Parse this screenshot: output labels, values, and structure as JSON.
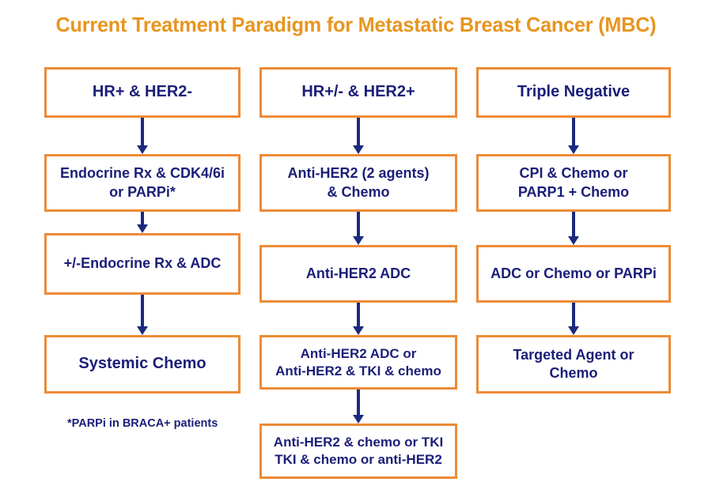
{
  "title": "Current Treatment Paradigm for Metastatic Breast Cancer (MBC)",
  "colors": {
    "title_orange": "#E8951F",
    "box_border_orange": "#ED8B37",
    "text_navy": "#1B1E78",
    "arrow_navy": "#1B2A80",
    "background": "#FFFFFF"
  },
  "footnote": "*PARPi in BRACA+ patients",
  "columns": [
    {
      "id": "hr-pos-her2-neg",
      "header": "HR+ & HER2-",
      "steps": [
        {
          "lines": [
            "HR+ & HER2-"
          ]
        },
        {
          "lines": [
            "Endocrine Rx & CDK4/6i",
            "or PARPi*"
          ]
        },
        {
          "lines": [
            "+/-Endocrine Rx & ADC"
          ]
        },
        {
          "lines": [
            "Systemic Chemo"
          ]
        }
      ]
    },
    {
      "id": "hr-any-her2-pos",
      "header": "HR+/- & HER2+",
      "steps": [
        {
          "lines": [
            "HR+/- & HER2+"
          ]
        },
        {
          "lines": [
            "Anti-HER2 (2 agents)",
            "& Chemo"
          ]
        },
        {
          "lines": [
            "Anti-HER2 ADC"
          ]
        },
        {
          "lines": [
            "Anti-HER2 ADC or",
            "Anti-HER2 & TKI & chemo"
          ]
        },
        {
          "lines": [
            "Anti-HER2 & chemo or TKI",
            "TKI & chemo or anti-HER2"
          ]
        }
      ]
    },
    {
      "id": "triple-negative",
      "header": "Triple Negative",
      "steps": [
        {
          "lines": [
            "Triple Negative"
          ]
        },
        {
          "lines": [
            "CPI & Chemo or",
            "PARP1 + Chemo"
          ]
        },
        {
          "lines": [
            "ADC or Chemo or PARPi"
          ]
        },
        {
          "lines": [
            "Targeted Agent or",
            "Chemo"
          ]
        }
      ]
    }
  ],
  "arrows": [
    {
      "from": "c1-s1",
      "to": "c1-s2"
    },
    {
      "from": "c1-s2",
      "to": "c1-s3"
    },
    {
      "from": "c1-s3",
      "to": "c1-s4"
    },
    {
      "from": "c2-s1",
      "to": "c2-s2"
    },
    {
      "from": "c2-s2",
      "to": "c2-s3"
    },
    {
      "from": "c2-s3",
      "to": "c2-s4"
    },
    {
      "from": "c2-s4",
      "to": "c2-s5"
    },
    {
      "from": "c3-s1",
      "to": "c3-s2"
    },
    {
      "from": "c3-s2",
      "to": "c3-s3"
    },
    {
      "from": "c3-s3",
      "to": "c3-s4"
    }
  ],
  "chart_data": {
    "type": "diagram",
    "diagram_type": "flowchart",
    "title": "Current Treatment Paradigm for Metastatic Breast Cancer (MBC)",
    "orientation": "three parallel top-to-bottom treatment lines",
    "lanes": [
      {
        "lane": "HR+ & HER2-",
        "sequence": [
          "HR+ & HER2-",
          "Endocrine Rx & CDK4/6i or PARPi*",
          "+/-Endocrine Rx & ADC",
          "Systemic Chemo"
        ]
      },
      {
        "lane": "HR+/- & HER2+",
        "sequence": [
          "HR+/- & HER2+",
          "Anti-HER2 (2 agents) & Chemo",
          "Anti-HER2 ADC",
          "Anti-HER2 ADC or Anti-HER2 & TKI & chemo",
          "Anti-HER2 & chemo or TKI / TKI & chemo or anti-HER2"
        ]
      },
      {
        "lane": "Triple Negative",
        "sequence": [
          "Triple Negative",
          "CPI & Chemo or PARP1 + Chemo",
          "ADC or Chemo or PARPi",
          "Targeted Agent or Chemo"
        ]
      }
    ],
    "annotations": [
      "*PARPi in BRACA+ patients"
    ]
  }
}
